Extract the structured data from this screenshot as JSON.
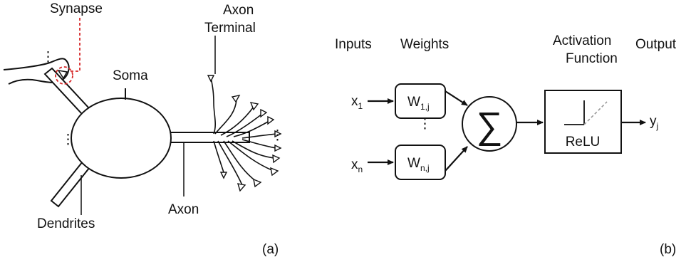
{
  "panel_a": {
    "synapse_label": "Synapse",
    "soma_label": "Soma",
    "axon_terminal_line1": "Axon",
    "axon_terminal_line2": "Terminal",
    "axon_label": "Axon",
    "dendrites_label": "Dendrites",
    "ellipsis": "⋮",
    "panel_tag": "(a)",
    "synapse_color": "#d62728"
  },
  "panel_b": {
    "inputs_label": "Inputs",
    "weights_label": "Weights",
    "activation_line1": "Activation",
    "activation_line2": "Function",
    "output_label": "Output",
    "x1_base": "x",
    "x1_sub": "1",
    "xn_base": "x",
    "xn_sub": "n",
    "w1_base": "W",
    "w1_sub": "1,j",
    "wn_base": "W",
    "wn_sub": "n,j",
    "sum_symbol": "∑",
    "relu_label": "ReLU",
    "y_base": "y",
    "y_sub": "j",
    "ellipsis": "⋮",
    "panel_tag": "(b)",
    "relu_dash_color": "#999999"
  }
}
